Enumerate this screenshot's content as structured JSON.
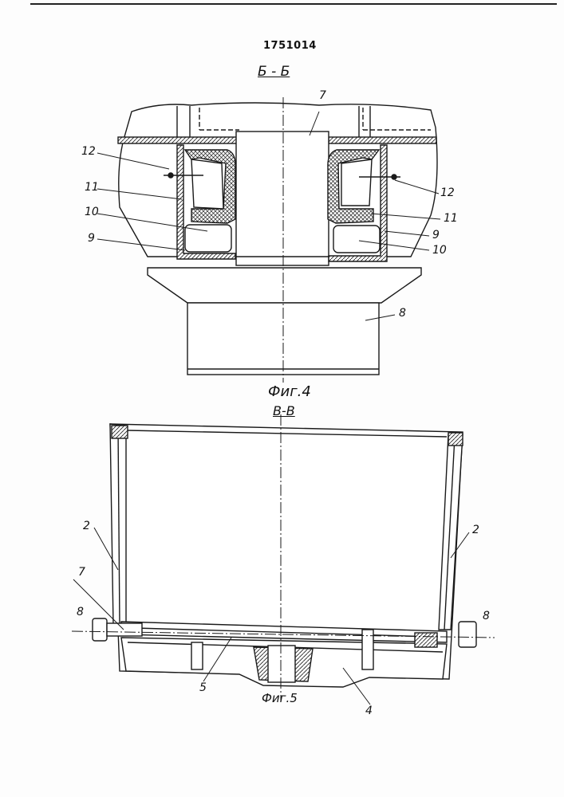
{
  "document_number": "1751014",
  "figure4": {
    "section_label": "Б - Б",
    "caption": "Фиг.4",
    "parts": [
      "7",
      "12",
      "11",
      "10",
      "9",
      "12",
      "11",
      "9",
      "10",
      "8"
    ]
  },
  "figure5": {
    "section_label": "В-В",
    "caption": "Фиг.5",
    "parts": [
      "2",
      "2",
      "7",
      "8",
      "8",
      "5",
      "4"
    ]
  }
}
